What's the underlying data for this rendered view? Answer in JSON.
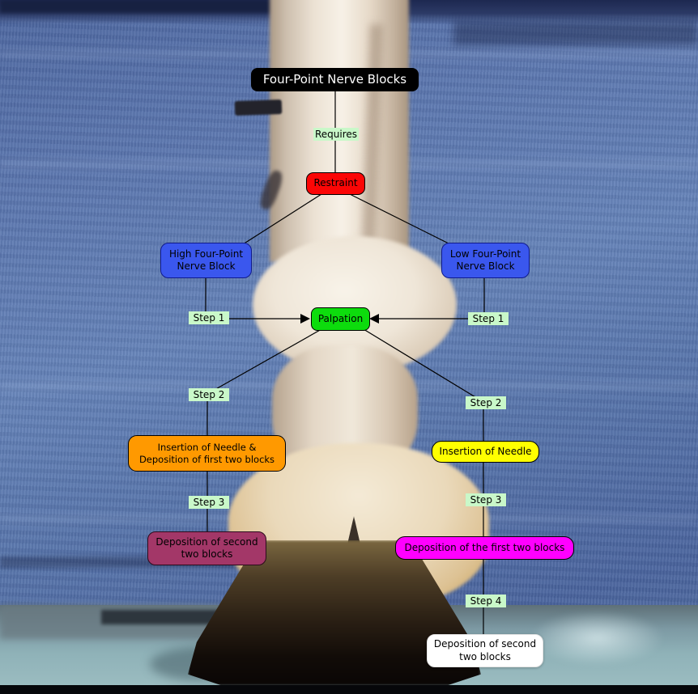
{
  "diagram": {
    "title": "Four-Point Nerve Blocks",
    "requires_label": "Requires",
    "restraint": "Restraint",
    "high_block": {
      "line1": "High Four-Point",
      "line2": "Nerve Block"
    },
    "low_block": {
      "line1": "Low Four-Point",
      "line2": "Nerve Block"
    },
    "palpation": "Palpation",
    "steps": {
      "left1": "Step 1",
      "right1": "Step 1",
      "left2": "Step 2",
      "right2": "Step 2",
      "left3": "Step 3",
      "right3": "Step 3",
      "right4": "Step 4"
    },
    "insertion_and_deposition": {
      "line1": "Insertion of Needle &",
      "line2": "Deposition of first two blocks"
    },
    "insertion_of_needle": "Insertion of Needle",
    "deposition_second_left": {
      "line1": "Deposition of second",
      "line2": "two blocks"
    },
    "deposition_first_two": "Deposition of the first two blocks",
    "deposition_second_right": {
      "line1": "Deposition of second",
      "line2": "two blocks"
    }
  },
  "colors": {
    "title_bg": "#000000",
    "title_text": "#ffffff",
    "restraint_bg": "#fb0606",
    "nerve_block_bg": "#3a57ee",
    "palpation_bg": "#0ddc0d",
    "step_label_bg": "#c9f8c9",
    "insertion_and_deposition_bg": "#ff9900",
    "insertion_of_needle_bg": "#ffff00",
    "deposition_second_left_bg": "#a33768",
    "deposition_first_two_bg": "#ff00ff",
    "deposition_second_right_bg": "#ffffff",
    "connector": "#000000"
  }
}
